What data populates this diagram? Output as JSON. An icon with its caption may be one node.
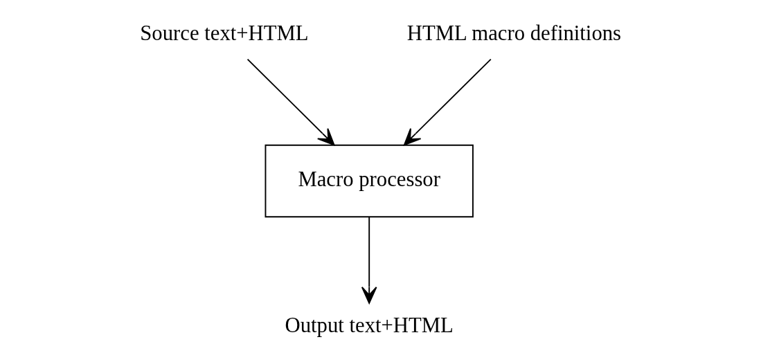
{
  "diagram": {
    "nodes": [
      {
        "text": [
          "Source text+HTML"
        ]
      },
      {
        "text": [
          "HTML macro definitions"
        ]
      },
      {
        "text": [
          "Macro processor"
        ]
      },
      {
        "text": [
          "Output text+HTML"
        ]
      }
    ],
    "edges": [
      {
        "from": 0,
        "to": 2,
        "arrow": "to"
      },
      {
        "from": 1,
        "to": 2,
        "arrow": "to"
      },
      {
        "from": 2,
        "to": 3,
        "arrow": "to"
      }
    ]
  }
}
